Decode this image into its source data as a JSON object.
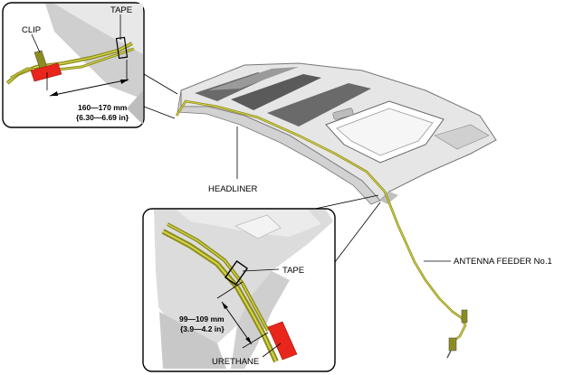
{
  "labels": {
    "tape_top": "TAPE",
    "clip": "CLIP",
    "dim_top_mm": "160—170 mm",
    "dim_top_in": "{6.30—6.69 in}",
    "headliner": "HEADLINER",
    "antenna": "ANTENNA FEEDER No.1",
    "tape_bottom": "TAPE",
    "dim_bottom_mm": "99—109 mm",
    "dim_bottom_in": "{3.9—4.2 in}",
    "urethane": "URETHANE"
  },
  "colors": {
    "wire": "#8c8c1e",
    "wire_highlight": "#d6d64a",
    "urethane_red": "#e8261c",
    "headliner_fill": "#e4e4e4",
    "headliner_dark": "#555555",
    "outline": "#000000"
  }
}
